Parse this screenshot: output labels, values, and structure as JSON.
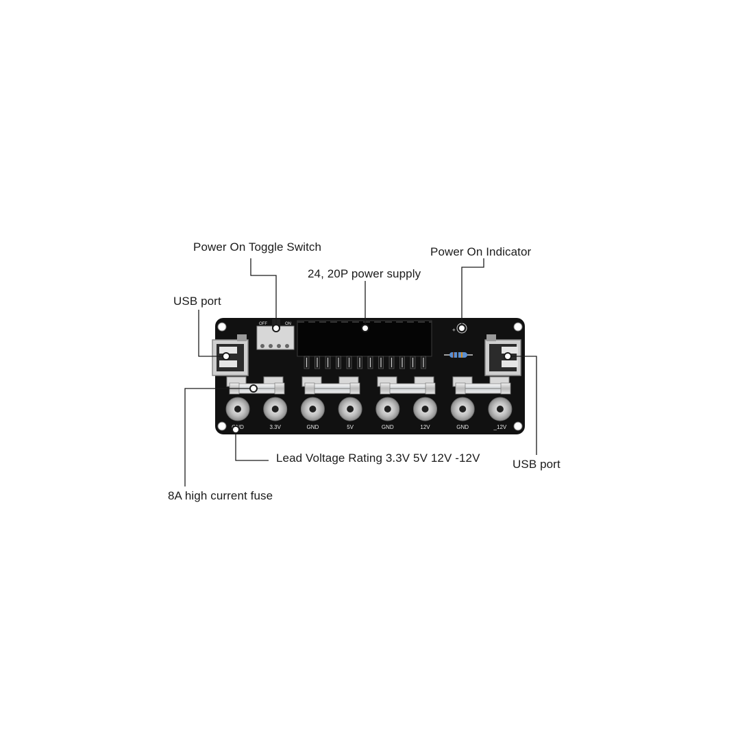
{
  "callouts": {
    "toggle_switch": "Power On Toggle Switch",
    "power_indicator": "Power On Indicator",
    "power_supply": "24, 20P power supply",
    "usb_left": "USB port",
    "usb_right": "USB port",
    "lead_voltage": "Lead Voltage Rating 3.3V 5V 12V -12V",
    "fuse": "8A high current fuse"
  },
  "board": {
    "terminal_labels": [
      "GND",
      "3.3V",
      "GND",
      "5V",
      "GND",
      "12V",
      "GND",
      "_12V"
    ],
    "switch_off": "OFF",
    "switch_on": "ON",
    "led_polarity": "+ -"
  },
  "colors": {
    "board": "#111111",
    "silkscreen": "#e8e8e8",
    "metal": "#c9c9c9",
    "leader": "#1a1a1a"
  }
}
